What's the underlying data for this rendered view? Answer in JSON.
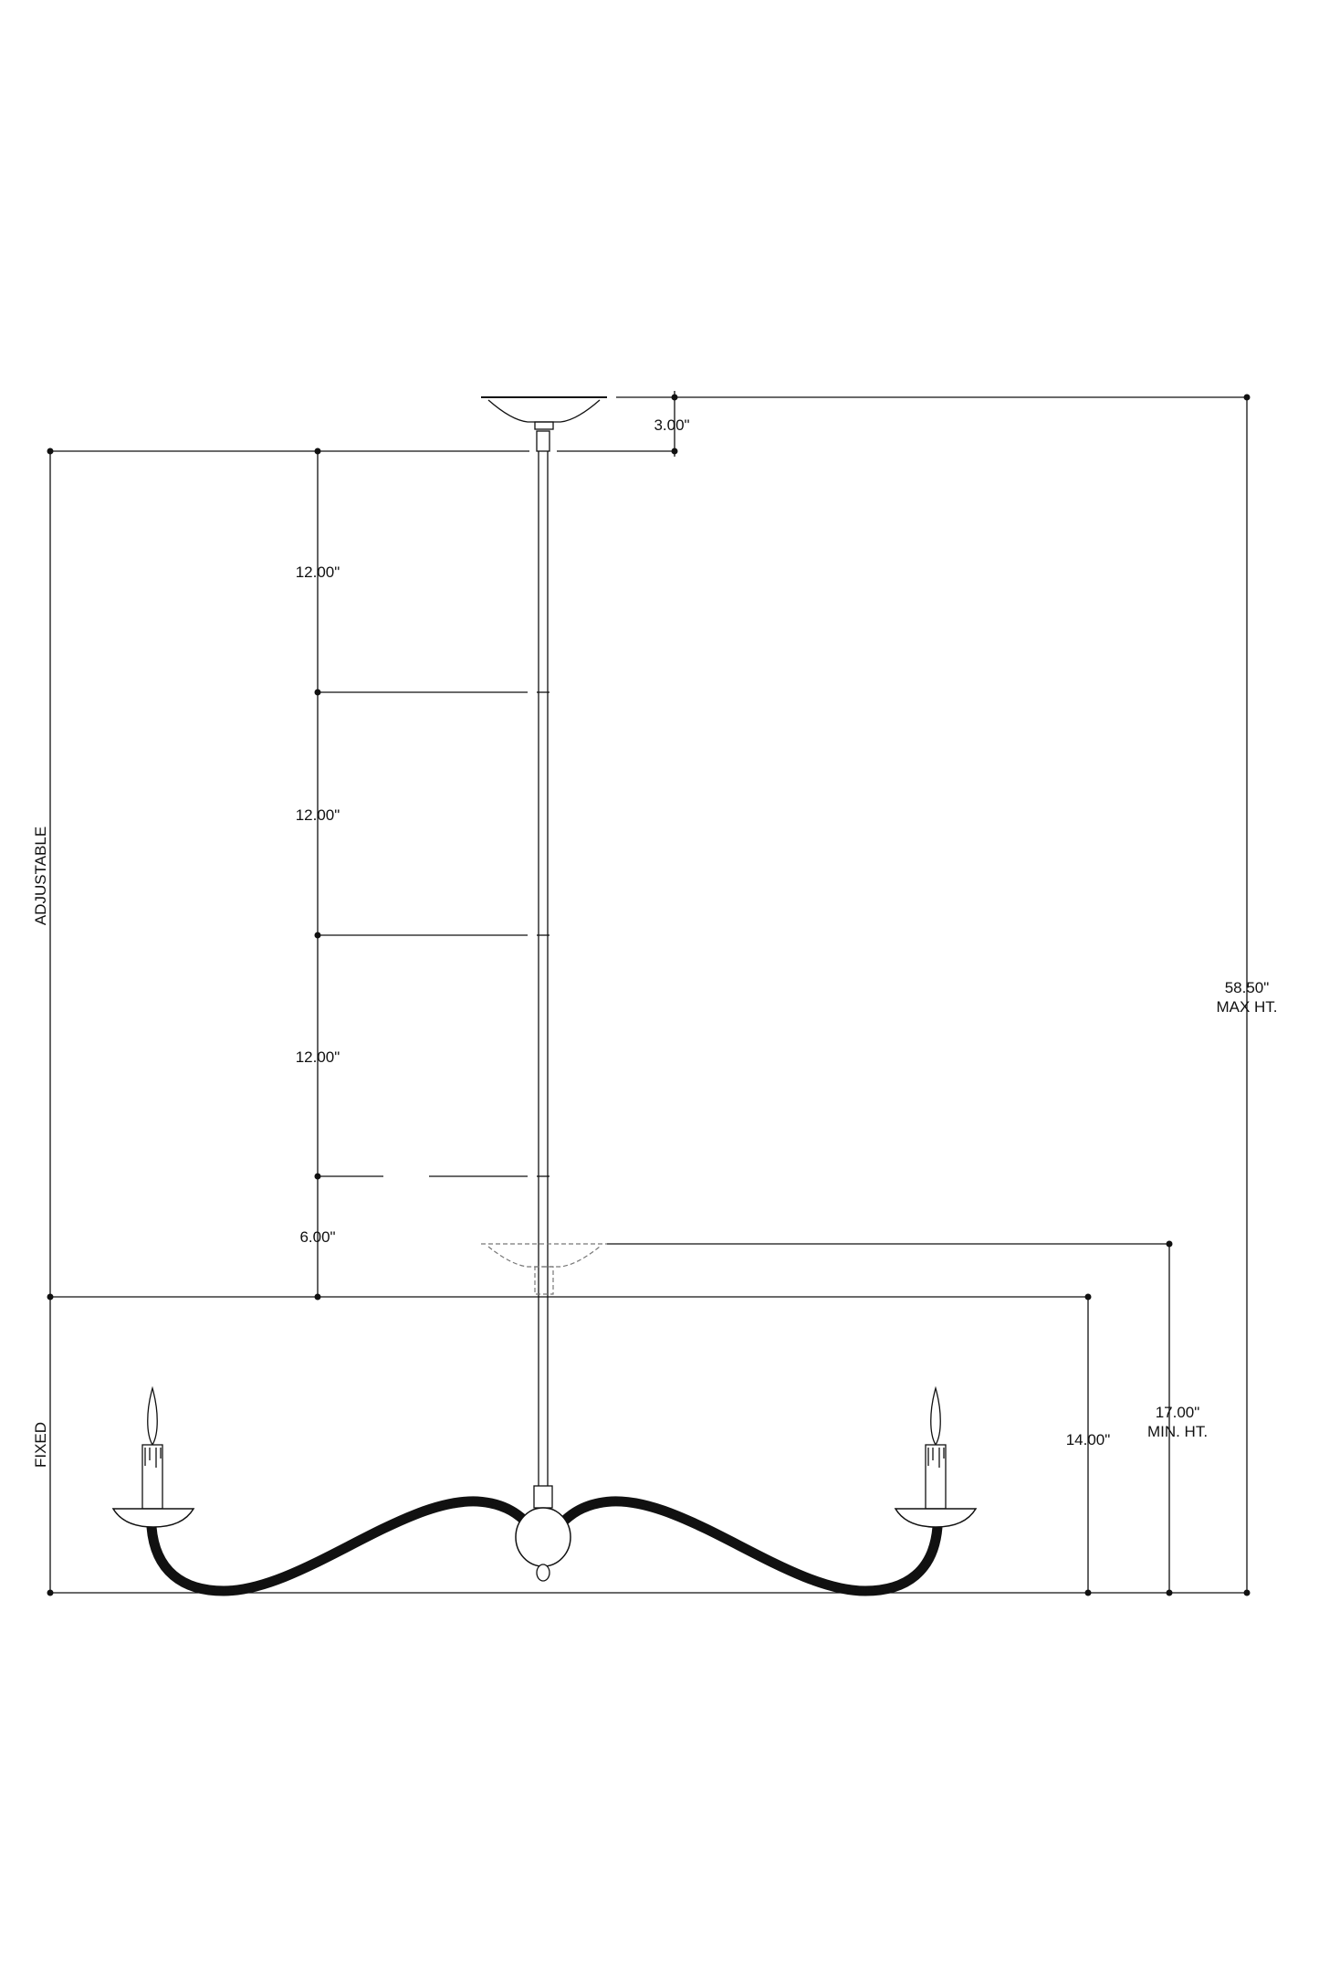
{
  "dimensions": {
    "canopy_height": "3.00\"",
    "segment_1": "12.00\"",
    "segment_2": "12.00\"",
    "segment_3": "12.00\"",
    "segment_4": "6.00\"",
    "fixed_height": "14.00\"",
    "min_height_value": "17.00\"",
    "min_height_label": "MIN. HT.",
    "max_height_value": "58.50\"",
    "max_height_label": "MAX HT."
  },
  "labels": {
    "adjustable": "ADJUSTABLE",
    "fixed": "FIXED"
  }
}
